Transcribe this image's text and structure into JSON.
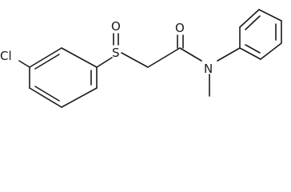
{
  "molecule": {
    "atoms": {
      "chlorine": "Cl",
      "sulfur": "S",
      "sulfoxide_oxygen": "O",
      "carbonyl_oxygen": "O",
      "amide_nitrogen": "N"
    }
  }
}
